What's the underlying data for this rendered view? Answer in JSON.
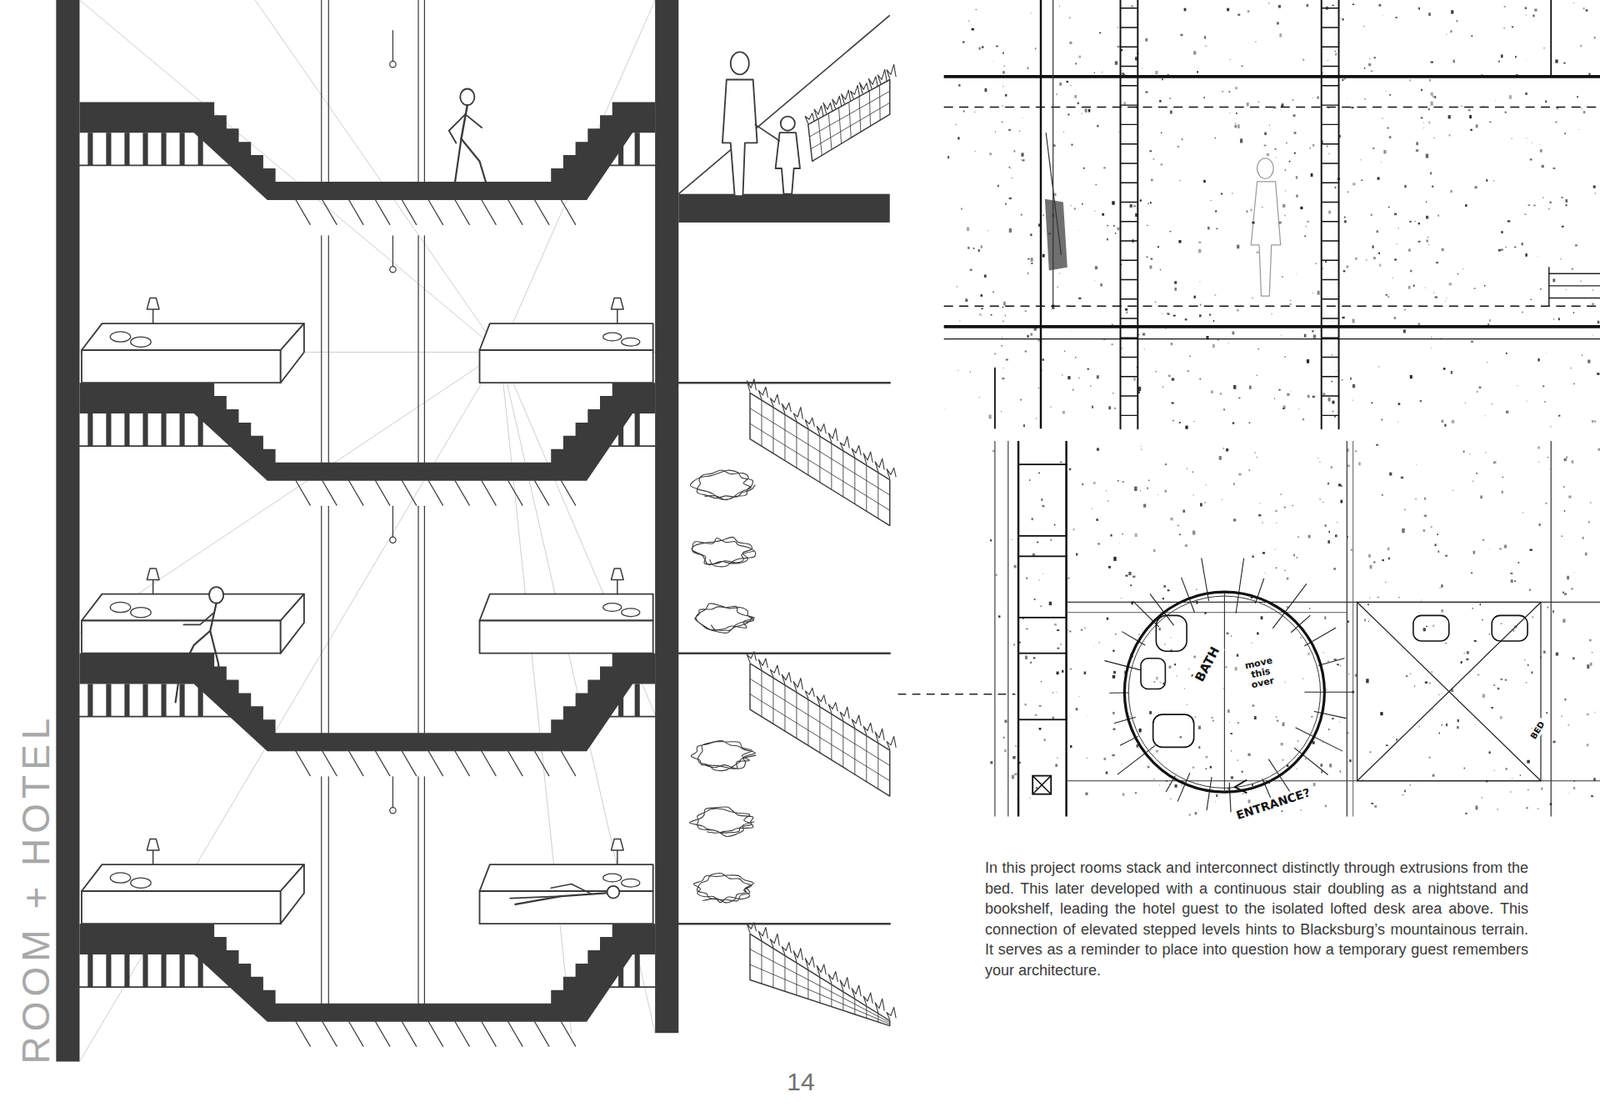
{
  "diagram": {
    "title": "ROOM + HOTEL",
    "caption": "In this project rooms stack and interconnect distinctly through extrusions from the bed. This later developed with a continuous stair doubling as a nightstand and bookshelf, leading the hotel guest to the isolated lofted desk area above. This connection of elevated stepped levels hints to Blacksburg’s mountainous terrain. It serves as a reminder to place into question how a temporary guest remembers your architecture.",
    "labels": [
      "14",
      "BATH",
      "move this over",
      "ENTRANCE?",
      "BED"
    ]
  }
}
